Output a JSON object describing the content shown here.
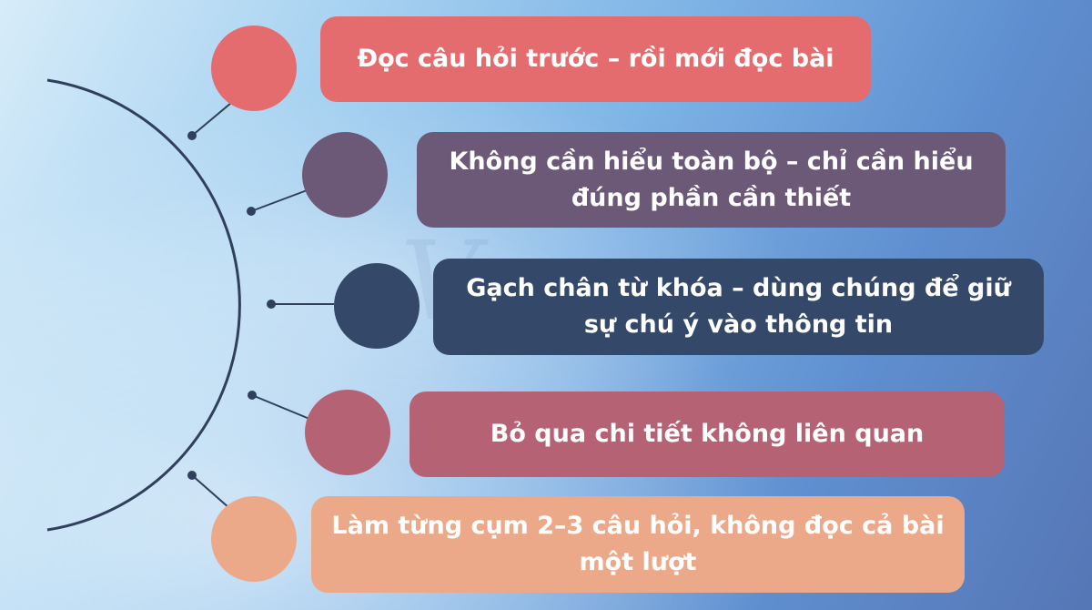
{
  "colors": {
    "line": "#2f3f5c",
    "item1": "#e56c6e",
    "item2": "#6c5877",
    "item3": "#34496a",
    "item4": "#b56274",
    "item5": "#eca98a"
  },
  "items": [
    {
      "text": "Đọc câu hỏi trước – rồi mới đọc bài"
    },
    {
      "text": "Không cần hiểu toàn bộ – chỉ cần hiểu đúng phần cần thiết"
    },
    {
      "text": "Gạch chân từ khóa – dùng chúng để giữ sự chú ý vào thông tin"
    },
    {
      "text": "Bỏ qua chi tiết không liên quan"
    },
    {
      "text": "Làm từng cụm 2–3 câu hỏi, không đọc cả bài một lượt"
    }
  ]
}
